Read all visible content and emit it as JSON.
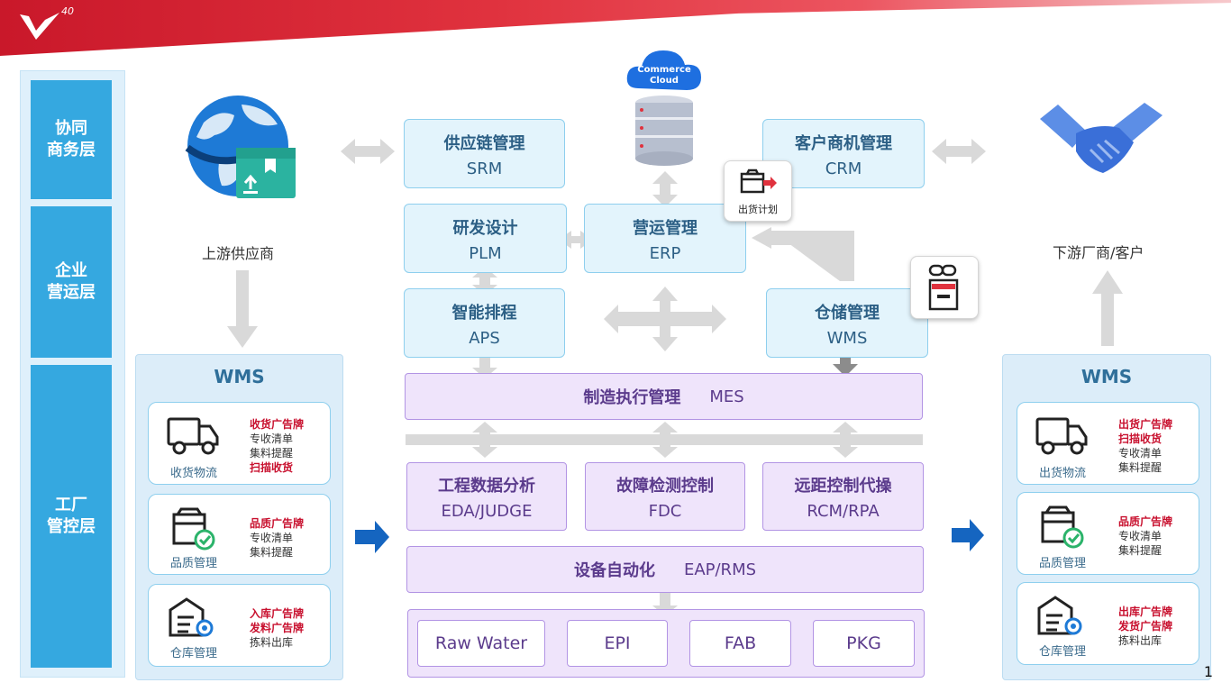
{
  "header": {
    "badge": "40"
  },
  "layers": [
    "协同\n商务层",
    "企业\n营运层",
    "工厂\n管控层"
  ],
  "upstream": {
    "label": "上游供应商"
  },
  "downstream": {
    "label": "下游厂商/客户"
  },
  "cloud": {
    "line1": "Commerce",
    "line2": "Cloud"
  },
  "modules": {
    "srm": {
      "title": "供应链管理",
      "code": "SRM"
    },
    "crm": {
      "title": "客户商机管理",
      "code": "CRM"
    },
    "plm": {
      "title": "研发设计",
      "code": "PLM"
    },
    "erp": {
      "title": "营运管理",
      "code": "ERP"
    },
    "aps": {
      "title": "智能排程",
      "code": "APS"
    },
    "wms": {
      "title": "仓储管理",
      "code": "WMS"
    }
  },
  "tags": {
    "shipping_plan": "出货计划"
  },
  "mes": {
    "title": "制造执行管理",
    "code": "MES"
  },
  "analytics": [
    {
      "title": "工程数据分析",
      "code": "EDA/JUDGE"
    },
    {
      "title": "故障检测控制",
      "code": "FDC"
    },
    {
      "title": "远距控制代操",
      "code": "RCM/RPA"
    }
  ],
  "eap": {
    "title": "设备自动化",
    "code": "EAP/RMS"
  },
  "process_steps": [
    "Raw Water",
    "EPI",
    "FAB",
    "PKG"
  ],
  "wms_left": {
    "title": "WMS",
    "cards": [
      {
        "label": "收货物流",
        "icon": "truck-icon",
        "notes": [
          {
            "text": "收货广告牌",
            "highlight": true
          },
          {
            "text": "专收清单",
            "highlight": false
          },
          {
            "text": "集料提醒",
            "highlight": false
          },
          {
            "text": "扫描收货",
            "highlight": true
          }
        ]
      },
      {
        "label": "品质管理",
        "icon": "quality-box-icon",
        "notes": [
          {
            "text": "品质广告牌",
            "highlight": true
          },
          {
            "text": "专收清单",
            "highlight": false
          },
          {
            "text": "集料提醒",
            "highlight": false
          }
        ]
      },
      {
        "label": "仓库管理",
        "icon": "warehouse-gear-icon",
        "notes": [
          {
            "text": "入库广告牌",
            "highlight": true
          },
          {
            "text": "发料广告牌",
            "highlight": true
          },
          {
            "text": "拣料出库",
            "highlight": false
          }
        ]
      }
    ]
  },
  "wms_right": {
    "title": "WMS",
    "cards": [
      {
        "label": "出货物流",
        "icon": "truck-icon",
        "notes": [
          {
            "text": "出货广告牌",
            "highlight": true
          },
          {
            "text": "扫描收货",
            "highlight": true
          },
          {
            "text": "专收清单",
            "highlight": false
          },
          {
            "text": "集料提醒",
            "highlight": false
          }
        ]
      },
      {
        "label": "品质管理",
        "icon": "quality-box-icon",
        "notes": [
          {
            "text": "品质广告牌",
            "highlight": true
          },
          {
            "text": "专收清单",
            "highlight": false
          },
          {
            "text": "集料提醒",
            "highlight": false
          }
        ]
      },
      {
        "label": "仓库管理",
        "icon": "warehouse-gear-icon",
        "notes": [
          {
            "text": "出库广告牌",
            "highlight": true
          },
          {
            "text": "发货广告牌",
            "highlight": true
          },
          {
            "text": "拣料出库",
            "highlight": false
          }
        ]
      }
    ]
  },
  "page_number": "1",
  "colors": {
    "accent_blue": "#35a8e0",
    "module_border": "#8ecfee",
    "purple": "#5b3b8c",
    "red_note": "#c8102e",
    "arrow_blue": "#1565c0",
    "arrow_gray": "#d9d9d9"
  }
}
